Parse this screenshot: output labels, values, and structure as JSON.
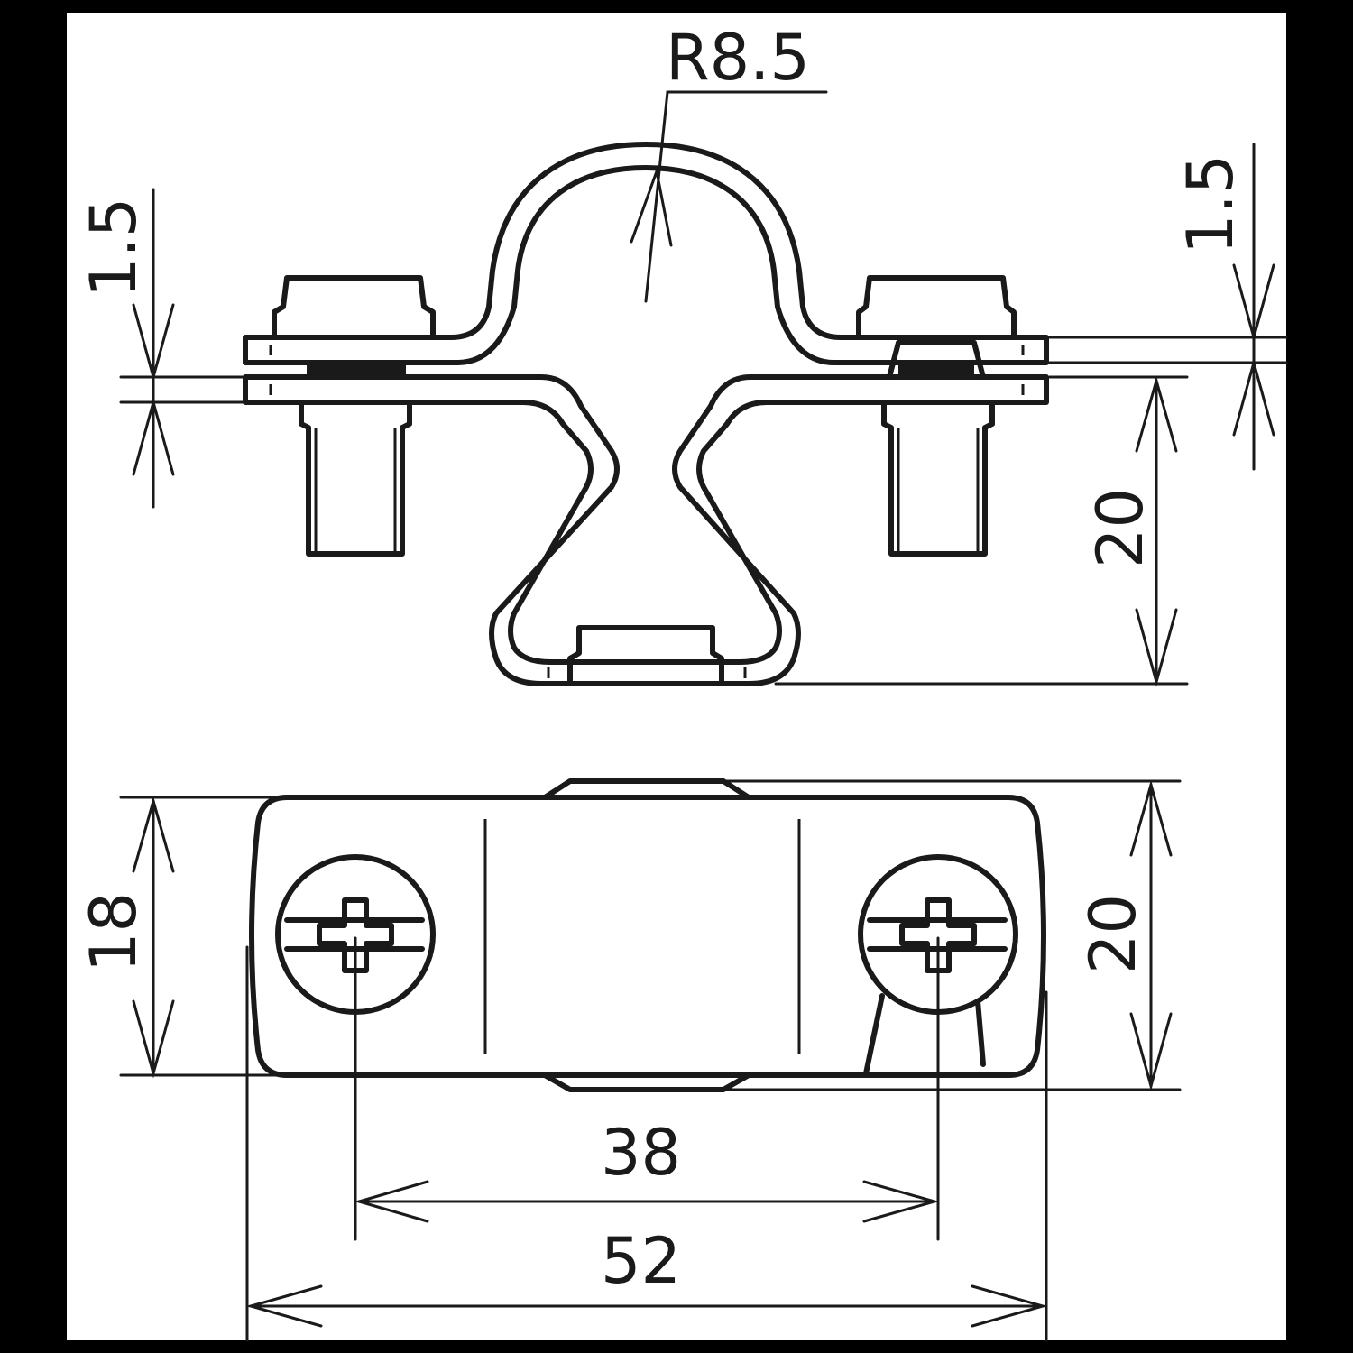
{
  "colors": {
    "frame": "#000000",
    "paper": "#ffffff",
    "ink": "#1a1a1a"
  },
  "dimensions": {
    "radius": "R8.5",
    "thickness_left": "1.5",
    "thickness_right": "1.5",
    "height_side_view": "20",
    "width_top_view": "18",
    "width_top_view_overall": "20",
    "hole_spacing": "38",
    "overall_length": "52"
  }
}
